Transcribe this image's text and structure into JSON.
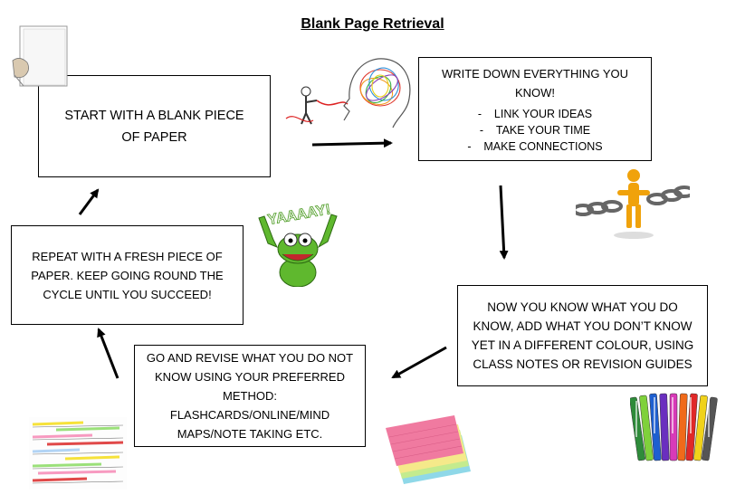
{
  "title": "Blank Page Retrieval",
  "steps": {
    "start": "START WITH A BLANK PIECE OF PAPER",
    "write": {
      "heading": "WRITE DOWN EVERYTHING YOU KNOW!",
      "bullets": [
        "LINK YOUR IDEAS",
        "TAKE YOUR TIME",
        "MAKE CONNECTIONS"
      ],
      "dash": "-"
    },
    "add": "NOW YOU KNOW WHAT YOU DO KNOW, ADD WHAT YOU DON’T KNOW YET IN A DIFFERENT COLOUR, USING CLASS NOTES OR REVISION GUIDES",
    "revise": "GO AND REVISE WHAT YOU DO NOT KNOW USING YOUR PREFERRED METHOD: FLASHCARDS/ONLINE/MIND MAPS/NOTE TAKING ETC.",
    "repeat": "REPEAT WITH A FRESH PIECE OF PAPER. KEEP GOING ROUND THE CYCLE UNTIL YOU SUCCEED!"
  },
  "illustrations": {
    "yaaaay_text": "YAAAAY!"
  },
  "icons": [
    "blank-paper-icon",
    "brain-scribble-icon",
    "chain-icon",
    "kermit-icon",
    "flashcards-icon",
    "notes-icon",
    "pens-icon"
  ],
  "colors": {
    "ink": "#000000",
    "kermit_green": "#5fb82e",
    "chain_figure": "#f0a20b"
  }
}
